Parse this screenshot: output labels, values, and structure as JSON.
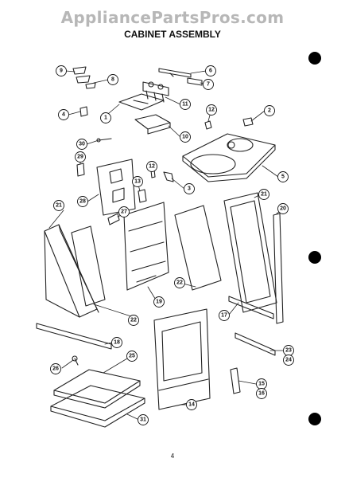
{
  "watermark": "AppliancePartsPros.com",
  "title": "CABINET ASSEMBLY",
  "page_number": "4",
  "callouts": [
    {
      "label": "9"
    },
    {
      "label": "8"
    },
    {
      "label": "6"
    },
    {
      "label": "7"
    },
    {
      "label": "11"
    },
    {
      "label": "4"
    },
    {
      "label": "1"
    },
    {
      "label": "12"
    },
    {
      "label": "2"
    },
    {
      "label": "10"
    },
    {
      "label": "30"
    },
    {
      "label": "29"
    },
    {
      "label": "5"
    },
    {
      "label": "12"
    },
    {
      "label": "3"
    },
    {
      "label": "13"
    },
    {
      "label": "28"
    },
    {
      "label": "27"
    },
    {
      "label": "21"
    },
    {
      "label": "21"
    },
    {
      "label": "20"
    },
    {
      "label": "22"
    },
    {
      "label": "19"
    },
    {
      "label": "22"
    },
    {
      "label": "17"
    },
    {
      "label": "18"
    },
    {
      "label": "25"
    },
    {
      "label": "23"
    },
    {
      "label": "24"
    },
    {
      "label": "26"
    },
    {
      "label": "15"
    },
    {
      "label": "16"
    },
    {
      "label": "14"
    },
    {
      "label": "31"
    }
  ]
}
